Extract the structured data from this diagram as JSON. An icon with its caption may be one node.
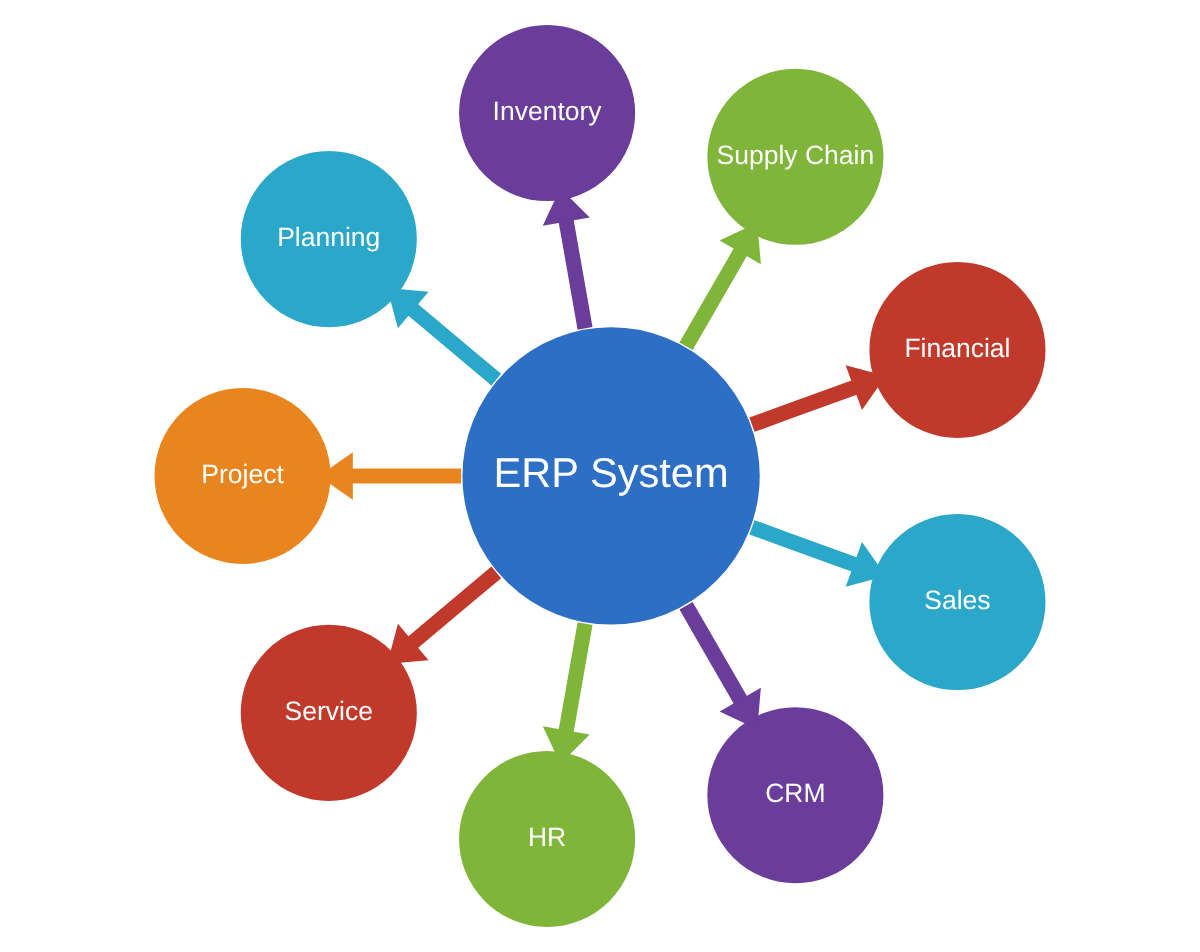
{
  "diagram": {
    "nodes": [
      {
        "text": [
          "ERP System"
        ]
      },
      {
        "text": [
          "Financial"
        ]
      },
      {
        "text": [
          "Supply Chain"
        ]
      },
      {
        "text": [
          "Inventory"
        ]
      },
      {
        "text": [
          "Planning"
        ]
      },
      {
        "text": [
          "Project"
        ]
      },
      {
        "text": [
          "Service"
        ]
      },
      {
        "text": [
          "HR"
        ]
      },
      {
        "text": [
          "CRM"
        ]
      },
      {
        "text": [
          "Sales"
        ]
      }
    ],
    "edges": [
      {
        "from": 0,
        "to": 1,
        "arrow": "to",
        "color": "#c0392b"
      },
      {
        "from": 0,
        "to": 2,
        "arrow": "to",
        "color": "#7fb539"
      },
      {
        "from": 0,
        "to": 3,
        "arrow": "to",
        "color": "#6a3d9a"
      },
      {
        "from": 0,
        "to": 4,
        "arrow": "to",
        "color": "#2aa7c9"
      },
      {
        "from": 0,
        "to": 5,
        "arrow": "to",
        "color": "#e8851e"
      },
      {
        "from": 0,
        "to": 6,
        "arrow": "to",
        "color": "#c0392b"
      },
      {
        "from": 0,
        "to": 7,
        "arrow": "to",
        "color": "#7fb539"
      },
      {
        "from": 0,
        "to": 8,
        "arrow": "to",
        "color": "#6a3d9a"
      },
      {
        "from": 0,
        "to": 9,
        "arrow": "to",
        "color": "#2aa7c9"
      }
    ]
  }
}
